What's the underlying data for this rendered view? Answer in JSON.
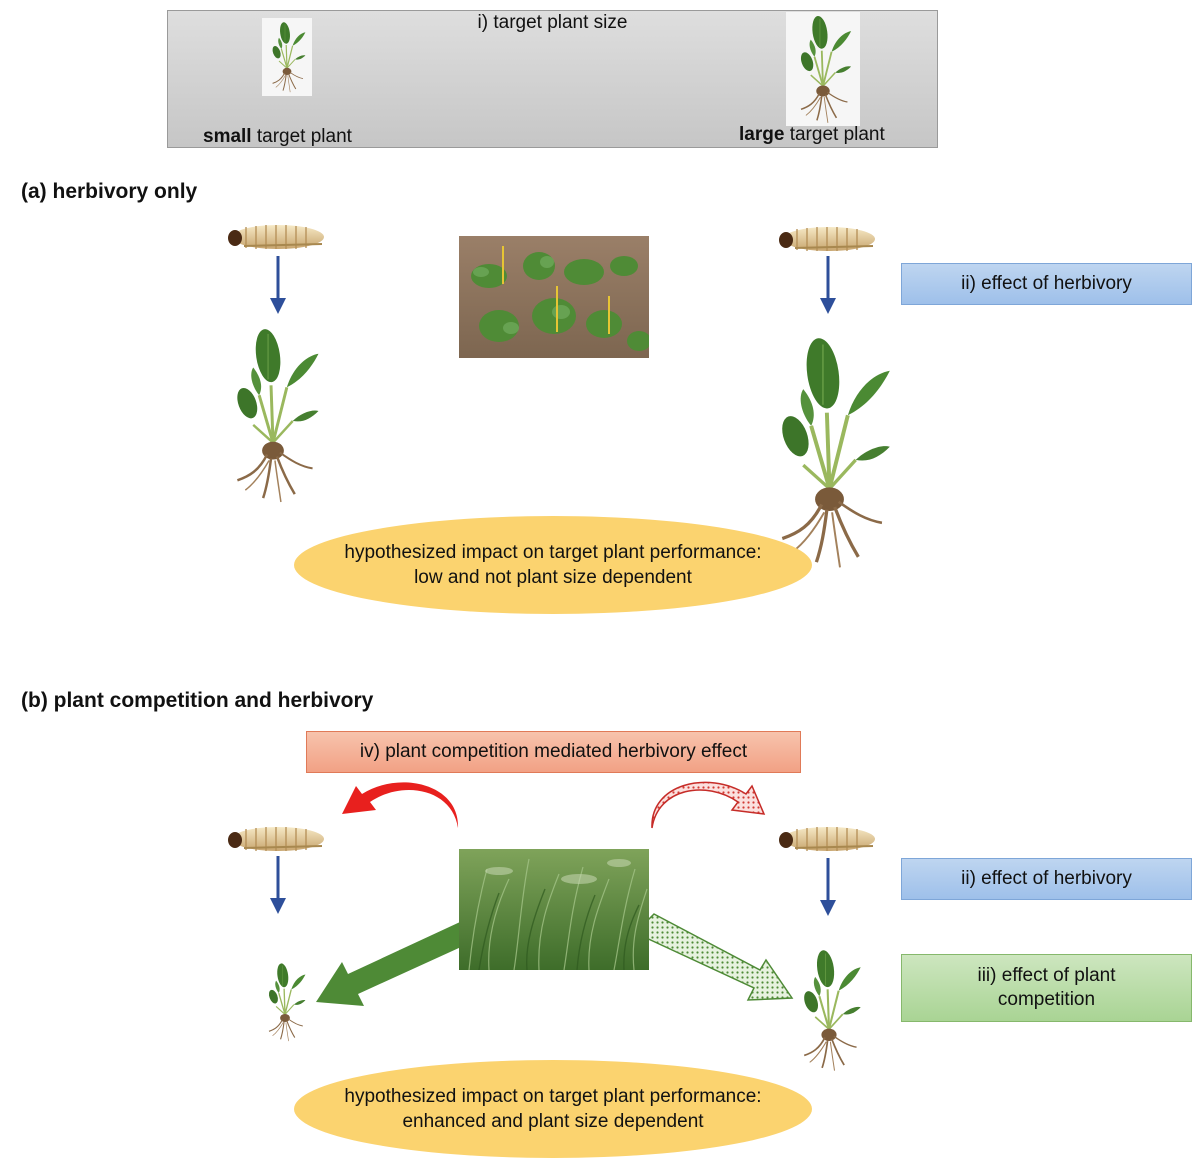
{
  "target_size": {
    "title": "i) target plant size",
    "small_bold": "small",
    "small_rest": " target plant",
    "large_bold": "large",
    "large_rest": " target plant"
  },
  "section_a": {
    "heading": "(a) herbivory only",
    "herbivory_label": "ii) effect of herbivory",
    "hypothesis_line1": "hypothesized impact on target plant performance:",
    "hypothesis_line2": "low and not plant size dependent"
  },
  "section_b": {
    "heading": "(b) plant competition and herbivory",
    "mediated_label": "iv) plant competition mediated herbivory effect",
    "herbivory_label": "ii) effect of herbivory",
    "competition_label_line1": "iii) effect of plant",
    "competition_label_line2": "competition",
    "hypothesis_line1": "hypothesized impact on target plant performance:",
    "hypothesis_line2": "enhanced and plant size dependent"
  },
  "colors": {
    "herbivory_arrow": "#2e4f9a",
    "strong_effect": "#e8201e",
    "competition_arrow": "#4e8a36",
    "hypothesis_fill": "#fbd36f"
  }
}
